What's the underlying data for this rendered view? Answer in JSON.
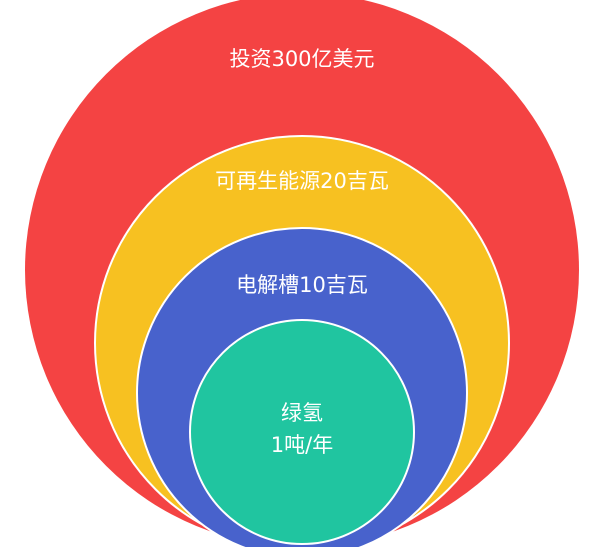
{
  "diagram": {
    "layers": [
      {
        "label": "投资300亿美元",
        "color": "#f44343"
      },
      {
        "label": "可再生能源20吉瓦",
        "color": "#f7c121"
      },
      {
        "label": "电解槽10吉瓦",
        "color": "#4862cc"
      },
      {
        "label_line1": "绿氢",
        "label_line2": "1吨/年",
        "color": "#20c5a0"
      }
    ]
  }
}
